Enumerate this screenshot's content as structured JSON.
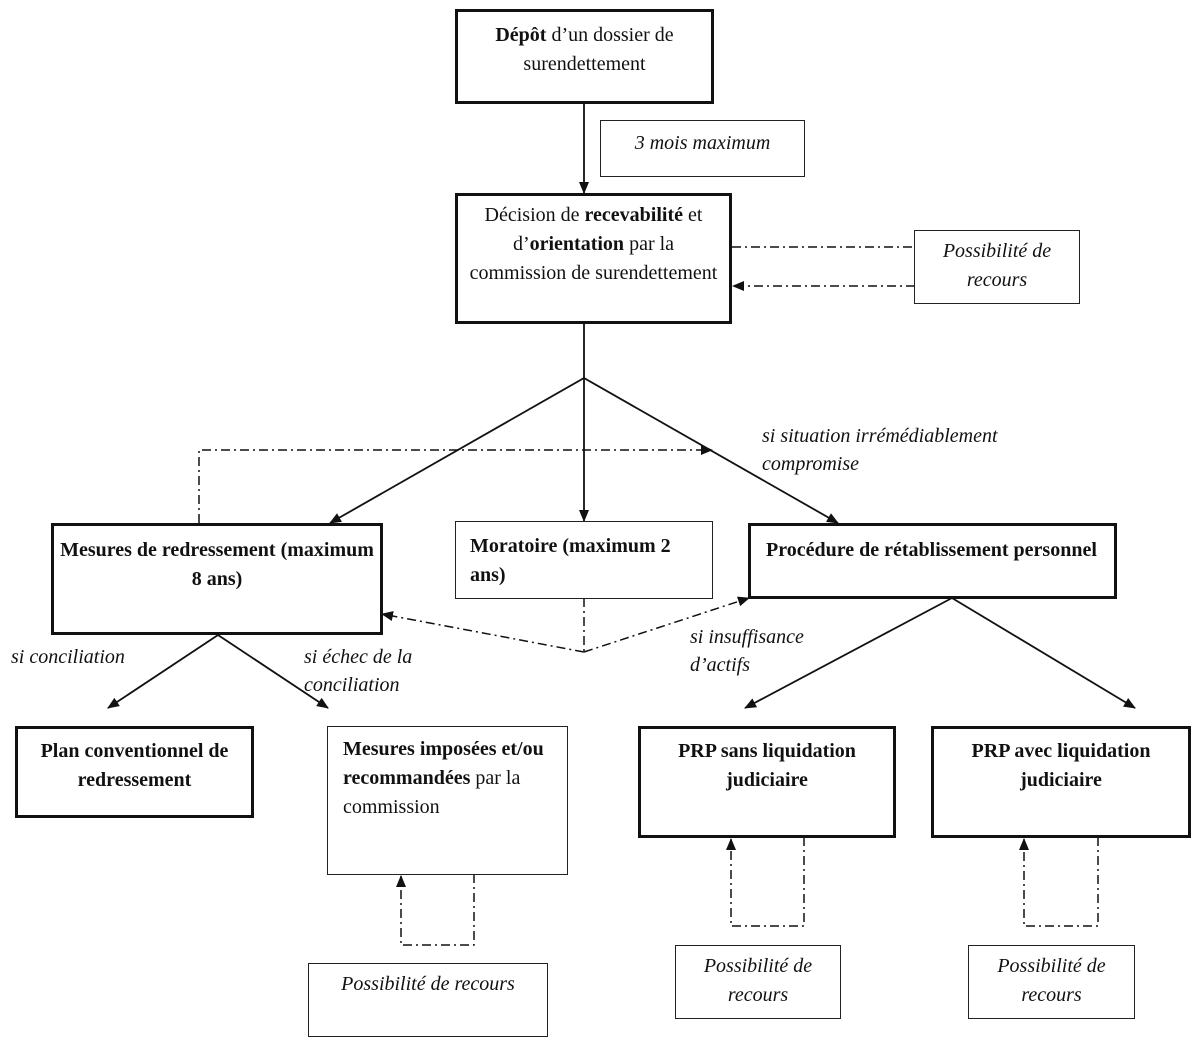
{
  "nodes": {
    "depot": {
      "bold": "Dépôt",
      "rest": " d’un dossier de surendettement"
    },
    "delay": "3 mois maximum",
    "decision": {
      "p1": "Décision de ",
      "b1": "recevabilité",
      "p2": " et d’",
      "b2": "orientation",
      "p3": " par la commission de surendettement"
    },
    "recours_top": "Possibilité de recours",
    "redressement": "Mesures de redressement (maximum 8 ans)",
    "moratoire": "Moratoire (maximum 2 ans)",
    "retablissement": "Procédure de rétablissement personnel",
    "plan": "Plan conventionnel de redressement",
    "imposees": {
      "b1": "Mesures imposées et/ou recommandées",
      "rest": " par la commission"
    },
    "prp_sans": "PRP sans liquidation judiciaire",
    "prp_avec": "PRP avec liquidation judiciaire",
    "recours_imposees": "Possibilité de recours",
    "recours_sans": "Possibilité de recours",
    "recours_avec": "Possibilité de recours"
  },
  "labels": {
    "irremediable": "si situation irrémédiablement",
    "irremediable2": "compromise",
    "conciliation": "si conciliation",
    "echec": "si échec de la",
    "echec2": "conciliation",
    "insuffisance": "si insuffisance",
    "insuffisance2": "d’actifs"
  }
}
